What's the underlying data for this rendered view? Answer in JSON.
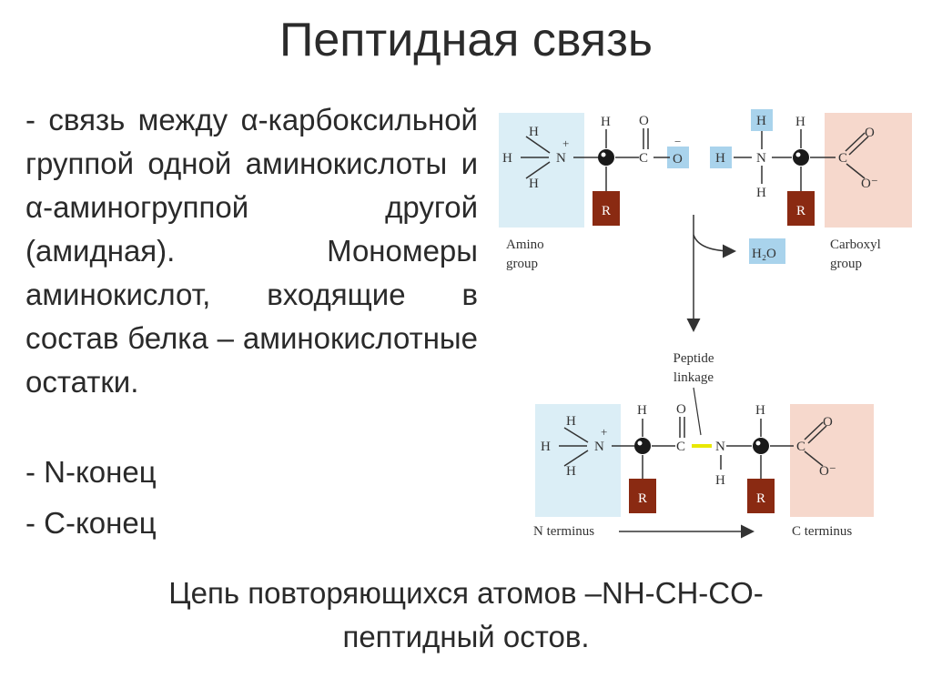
{
  "title": "Пептидная связь",
  "paragraph": "- связь между α-карбоксильной группой одной аминокислоты и α-аминогруппой другой (амидная). Мономеры аминокислот, входящие в состав белка – аминокислотные остатки.",
  "bullets": [
    "- N-конец",
    "- C-конец"
  ],
  "footer": {
    "line1": "Цепь повторяющихся атомов –NH-CH-CO-",
    "line2": "пептидный остов."
  },
  "diagram": {
    "atoms": {
      "H": "H",
      "N": "N",
      "C": "C",
      "O": "O",
      "O_minus": "O",
      "plus": "+",
      "minus": "−",
      "R": "R",
      "O_neg": "O⁻"
    },
    "amino_group": [
      "Amino",
      "group"
    ],
    "carboxyl_group": [
      "Carboxyl",
      "group"
    ],
    "water": "H₂O",
    "peptide_linkage": [
      "Peptide",
      "linkage"
    ],
    "n_terminus": "N terminus",
    "c_terminus": "C terminus",
    "colors": {
      "amino_bg": "#dbeef6",
      "carboxyl_bg": "#f6d8cc",
      "highlight_bg": "#a9d3ec",
      "r_box": "#8a2a12",
      "peptide_bond": "#e8e800",
      "arrow": "#333333"
    }
  }
}
